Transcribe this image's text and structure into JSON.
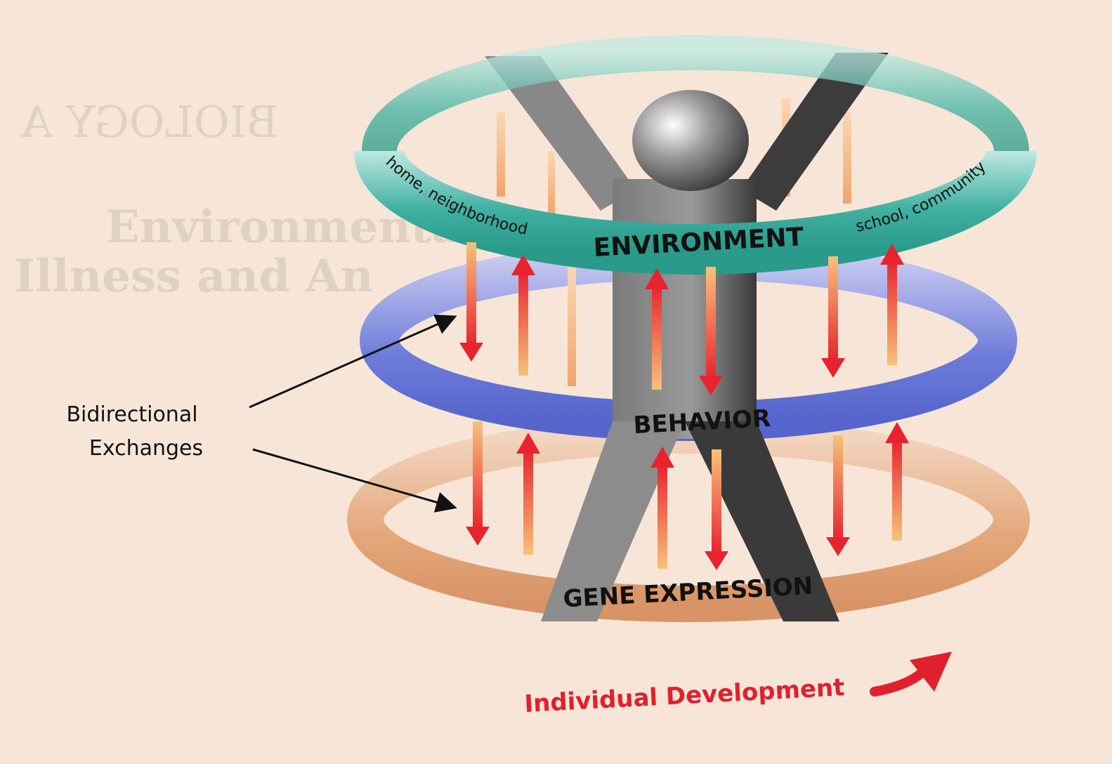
{
  "diagram": {
    "rings": {
      "environment": {
        "label": "ENVIRONMENT",
        "left_label": "home, neighborhood",
        "right_label": "school, community",
        "color": "#3fb0a0"
      },
      "behavior": {
        "label": "BEHAVIOR",
        "color": "#6a78d6"
      },
      "gene_expression": {
        "label": "GENE EXPRESSION",
        "color": "#e0a070"
      }
    },
    "callout": {
      "line1": "Bidirectional",
      "line2": "Exchanges"
    },
    "development": {
      "label": "Individual Development",
      "color": "#e1202e"
    },
    "colors": {
      "background": "#f7e6d8",
      "arrow_red": "#e8232f",
      "arrow_orange": "#f3a05a",
      "figure_gray": "#8d8d8d"
    },
    "background_text": {
      "heading_mirrored": "BIOLOGY A",
      "title_line1": "Environmental",
      "title_line2": "Illness and An"
    }
  }
}
